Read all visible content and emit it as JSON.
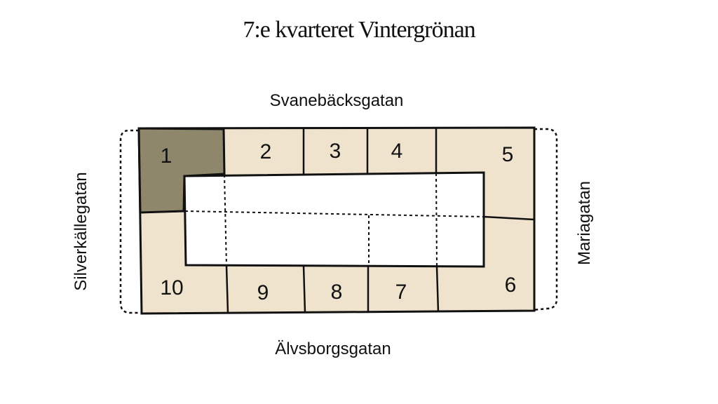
{
  "title": "7:e kvarteret Vintergrönan",
  "streets": {
    "north": "Svanebäcksgatan",
    "south": "Älvsborgsgatan",
    "west": "Silverkällegatan",
    "east": "Mariagatan"
  },
  "lots": [
    {
      "id": "1",
      "highlighted": true
    },
    {
      "id": "2",
      "highlighted": false
    },
    {
      "id": "3",
      "highlighted": false
    },
    {
      "id": "4",
      "highlighted": false
    },
    {
      "id": "5",
      "highlighted": false
    },
    {
      "id": "6",
      "highlighted": false
    },
    {
      "id": "7",
      "highlighted": false
    },
    {
      "id": "8",
      "highlighted": false
    },
    {
      "id": "9",
      "highlighted": false
    },
    {
      "id": "10",
      "highlighted": false
    }
  ],
  "colors": {
    "lot_fill": "#efe3cd",
    "highlight_fill": "#8f876b",
    "courtyard": "#ffffff",
    "outline": "#111111"
  }
}
